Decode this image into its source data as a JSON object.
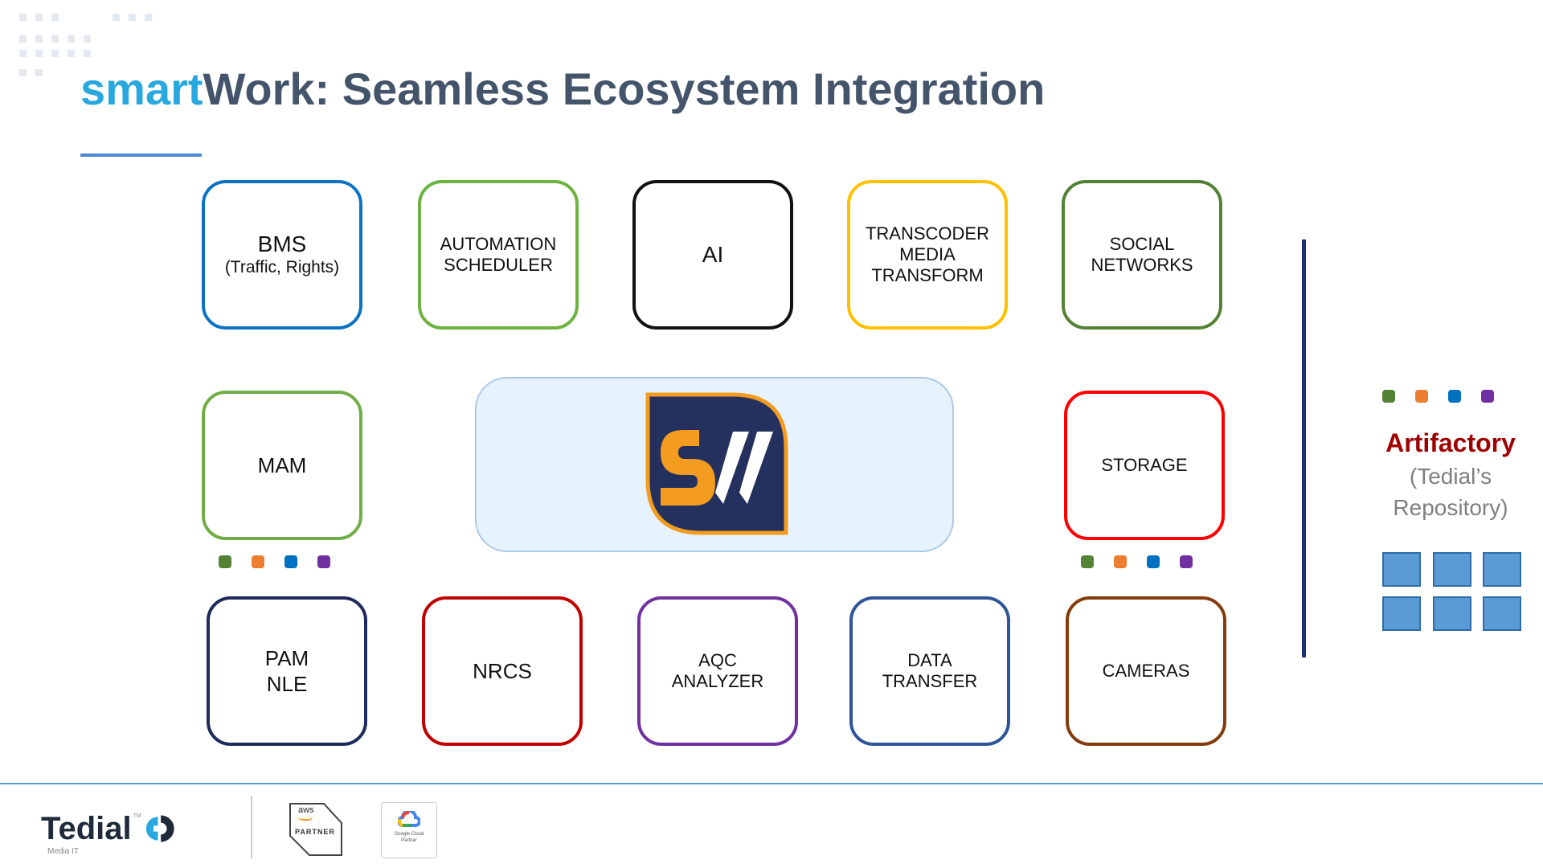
{
  "title": {
    "accent": "smart",
    "rest": "Work: Seamless Ecosystem Integration"
  },
  "boxes": {
    "bms": {
      "label": "BMS",
      "sub": "(Traffic, Rights)",
      "color": "#0b72c4"
    },
    "automation": {
      "line1": "AUTOMATION",
      "line2": "SCHEDULER",
      "color": "#6db33f"
    },
    "ai": {
      "label": "AI",
      "color": "#111111"
    },
    "transcoder": {
      "line1": "TRANSCODER",
      "line2": "MEDIA",
      "line3": "TRANSFORM",
      "color": "#ffc000"
    },
    "social": {
      "line1": "SOCIAL",
      "line2": "NETWORKS",
      "color": "#548235"
    },
    "mam": {
      "label": "MAM",
      "color": "#70ad47"
    },
    "storage": {
      "label": "STORAGE",
      "color": "#ff0000"
    },
    "pam": {
      "line1": "PAM",
      "line2": "NLE",
      "color": "#1f2a5c"
    },
    "nrcs": {
      "label": "NRCS",
      "color": "#c00000"
    },
    "aqc": {
      "line1": "AQC",
      "line2": "ANALYZER",
      "color": "#7030a0"
    },
    "transfer": {
      "line1": "DATA",
      "line2": "TRANSFER",
      "color": "#2f5597"
    },
    "cameras": {
      "label": "CAMERAS",
      "color": "#843c0c"
    }
  },
  "dot_colors": [
    "#548235",
    "#ed7d31",
    "#0070c0",
    "#7030a0"
  ],
  "artifactory": {
    "title": "Artifactory",
    "sub1": "(Tedial’s",
    "sub2": "Repository)"
  },
  "footer": {
    "brand": "Tedial",
    "tm": "TM",
    "tagline": "Media IT",
    "aws_top": "aws",
    "aws_label": "PARTNER",
    "gc_line1": "Google Cloud",
    "gc_line2": "Partner"
  }
}
